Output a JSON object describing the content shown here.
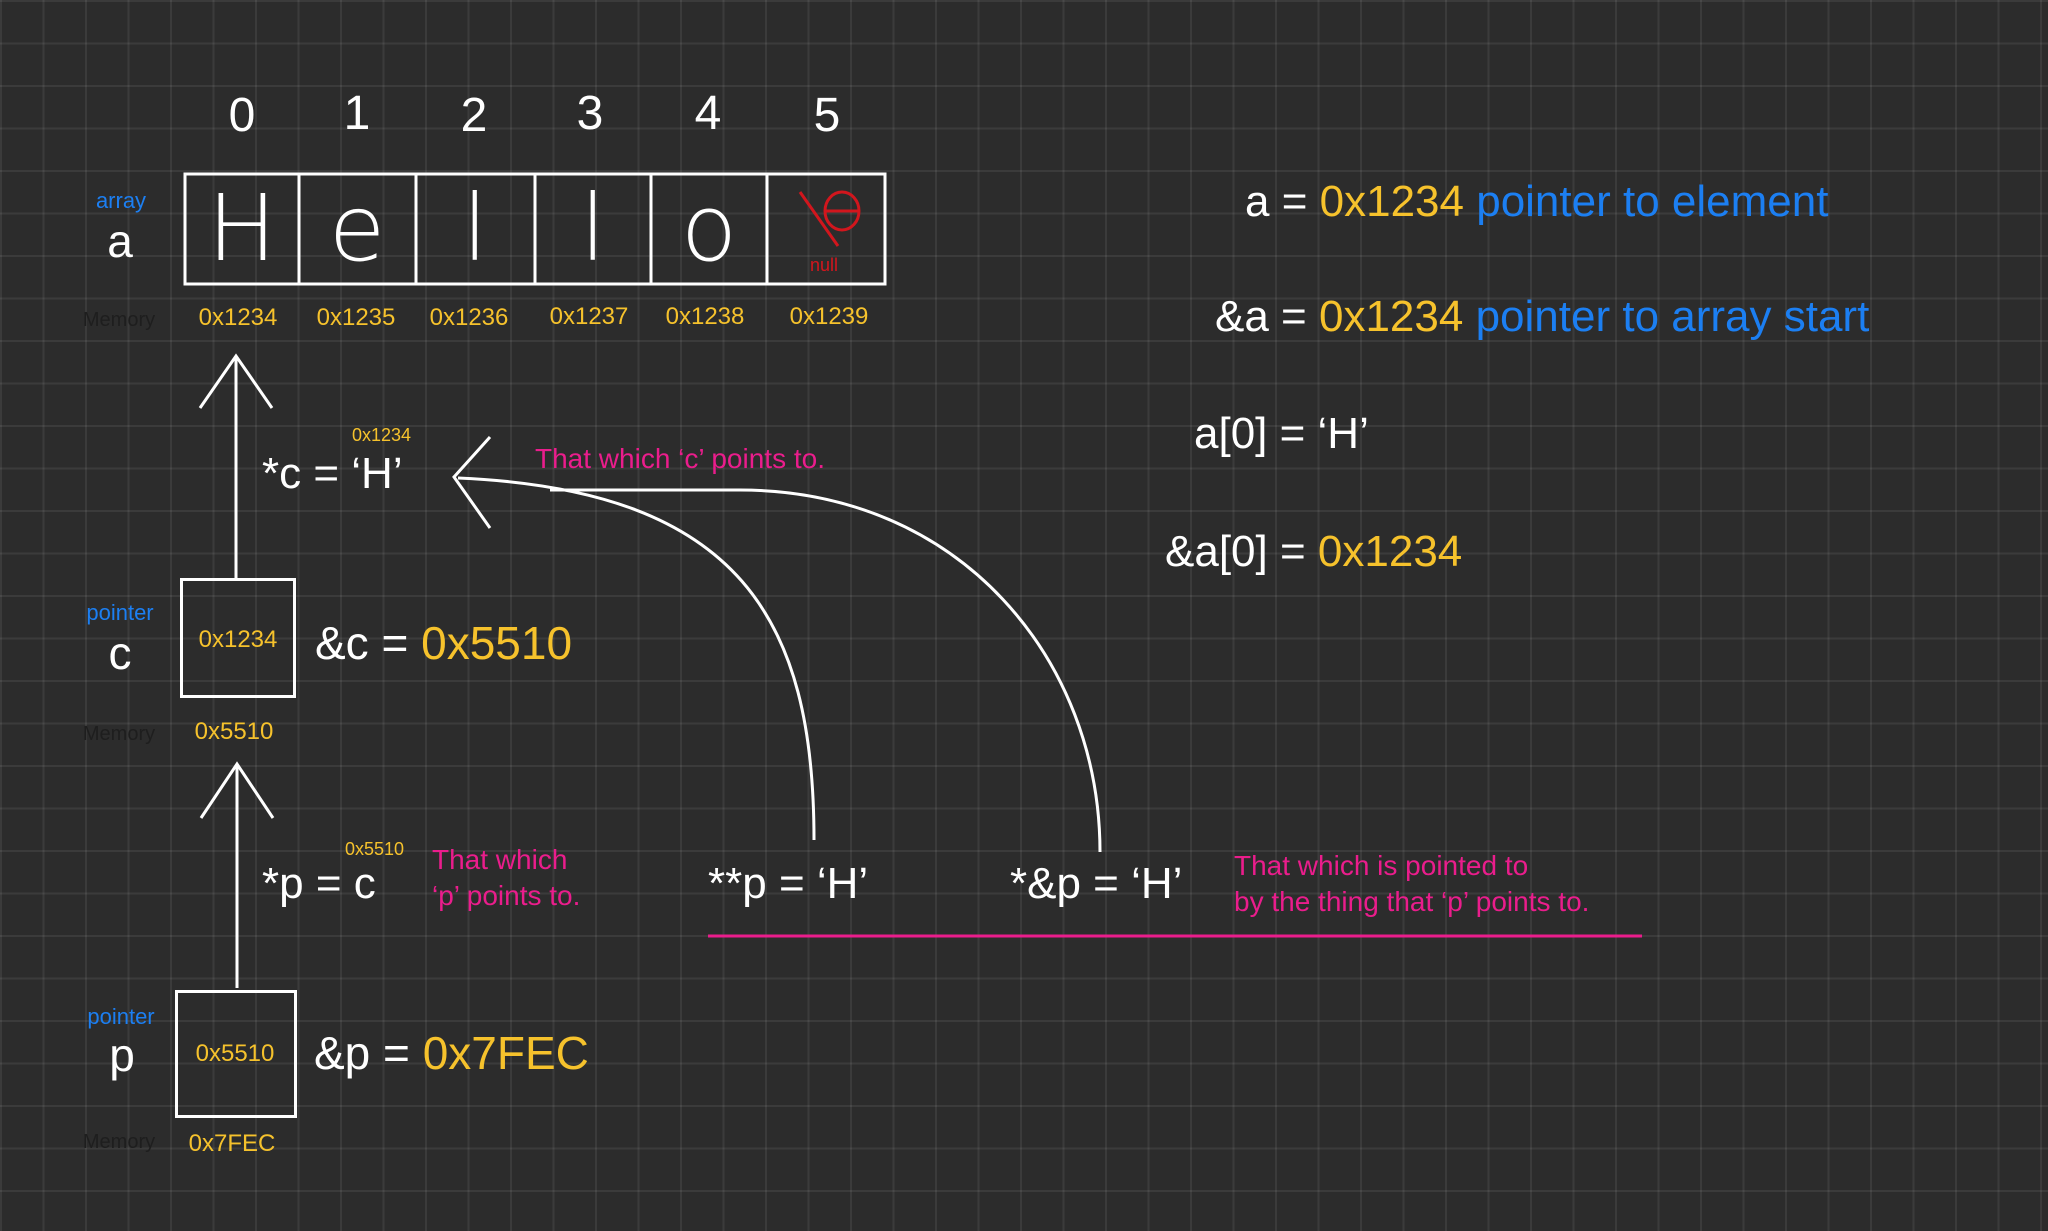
{
  "array": {
    "tag": "array",
    "var": "a",
    "memory_label": "Memory",
    "indices": [
      "0",
      "1",
      "2",
      "3",
      "4",
      "5"
    ],
    "chars": [
      "H",
      "e",
      "l",
      "l",
      "o",
      ""
    ],
    "null_label": "null",
    "addresses": [
      "0x1234",
      "0x1235",
      "0x1236",
      "0x1237",
      "0x1238",
      "0x1239"
    ]
  },
  "deref_c": {
    "small_addr": "0x1234",
    "expr": "*c = ‘H’",
    "note": "That which ‘c’ points to."
  },
  "pointer_c": {
    "tag": "pointer",
    "var": "c",
    "value": "0x1234",
    "memory_label": "Memory",
    "address": "0x5510",
    "addr_expr_label": "&c =",
    "addr_expr_value": "0x5510"
  },
  "deref_p": {
    "small_addr": "0x5510",
    "expr": "*p = c",
    "note_line1": "That which",
    "note_line2": "‘p’ points to."
  },
  "double_deref": {
    "expr": "**p = ‘H’"
  },
  "deref_addr_p": {
    "expr": "*&p = ‘H’",
    "note_line1": "That which is pointed to",
    "note_line2": "by the thing that ‘p’ points to."
  },
  "pointer_p": {
    "tag": "pointer",
    "var": "p",
    "value": "0x5510",
    "memory_label": "Memory",
    "address": "0x7FEC",
    "addr_expr_label": "&p =",
    "addr_expr_value": "0x7FEC"
  },
  "equations": [
    {
      "lhs": "a =",
      "value": "0x1234",
      "desc": "pointer to element"
    },
    {
      "lhs": "&a =",
      "value": "0x1234",
      "desc": "pointer to array start"
    },
    {
      "lhs": "a[0] = ‘H’",
      "value": "",
      "desc": ""
    },
    {
      "lhs": "&a[0] =",
      "value": "0x1234",
      "desc": ""
    }
  ],
  "colors": {
    "background": "#2c2c2c",
    "text": "#ffffff",
    "address": "#f6c22c",
    "label": "#1c7ff2",
    "note": "#ea1d8c",
    "null_mark": "#d2161d"
  }
}
